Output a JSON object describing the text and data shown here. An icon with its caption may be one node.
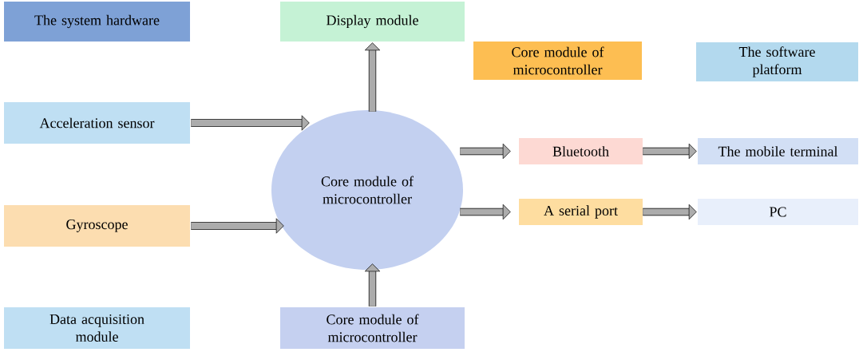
{
  "diagram": {
    "nodes": [
      {
        "text": [
          "The system hardware"
        ]
      },
      {
        "text": [
          "Display module"
        ]
      },
      {
        "text": [
          "Core module of microcontroller"
        ]
      },
      {
        "text": [
          "The software platform"
        ]
      },
      {
        "text": [
          "Acceleration sensor"
        ]
      },
      {
        "text": [
          "Bluetooth"
        ]
      },
      {
        "text": [
          "The mobile terminal"
        ]
      },
      {
        "text": [
          "Core module of microcontroller"
        ]
      },
      {
        "text": [
          "Gyroscope"
        ]
      },
      {
        "text": [
          "A serial port"
        ]
      },
      {
        "text": [
          "PC"
        ]
      },
      {
        "text": [
          "Data acquisition module"
        ]
      },
      {
        "text": [
          "Core module of microcontroller"
        ]
      }
    ],
    "edges": [
      {
        "from": 4,
        "to": 7,
        "arrow": "to"
      },
      {
        "from": 8,
        "to": 7,
        "arrow": "to"
      },
      {
        "from": 7,
        "to": 1,
        "arrow": "to"
      },
      {
        "from": 12,
        "to": 7,
        "arrow": "to"
      },
      {
        "from": 7,
        "to": 5,
        "arrow": "to"
      },
      {
        "from": 5,
        "to": 6,
        "arrow": "to"
      },
      {
        "from": 7,
        "to": 9,
        "arrow": "to"
      },
      {
        "from": 9,
        "to": 10,
        "arrow": "to"
      }
    ]
  }
}
